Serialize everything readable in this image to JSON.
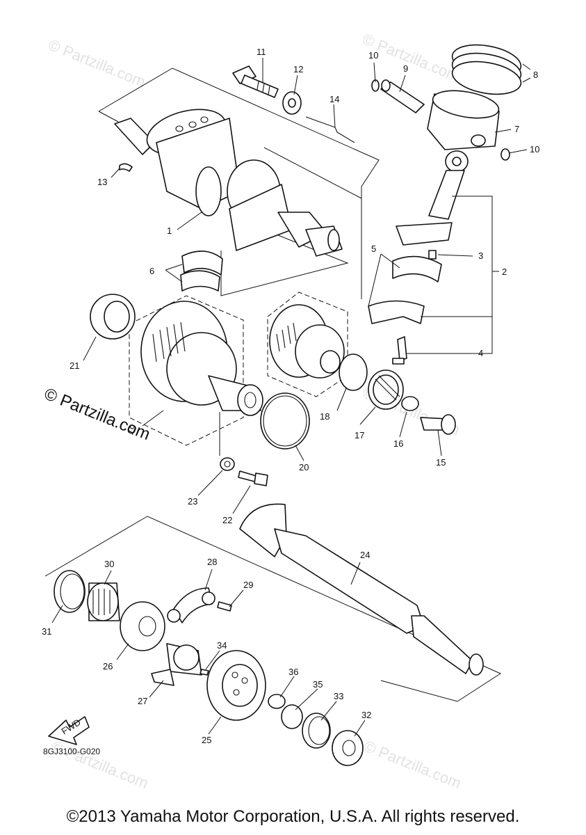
{
  "diagram": {
    "code": "8GJ3100-G020",
    "copyright": "©2013 Yamaha Motor Corporation, U.S.A. All rights reserved.",
    "watermark": "© Partzilla.com",
    "fwd_label": "FWD",
    "callouts": [
      "1",
      "2",
      "3",
      "4",
      "5",
      "6",
      "7",
      "8",
      "9",
      "10",
      "10",
      "11",
      "12",
      "13",
      "14",
      "15",
      "16",
      "17",
      "18",
      "19",
      "20",
      "21",
      "22",
      "23",
      "24",
      "25",
      "26",
      "27",
      "28",
      "29",
      "30",
      "31",
      "32",
      "33",
      "34",
      "35",
      "36"
    ]
  }
}
